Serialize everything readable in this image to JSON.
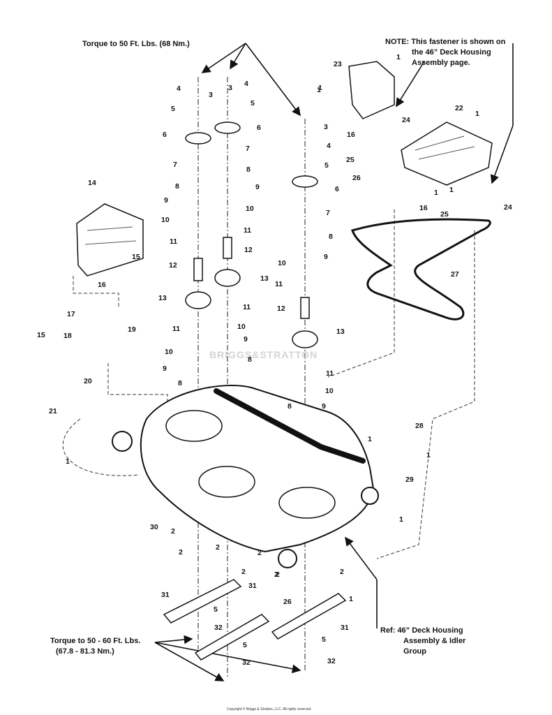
{
  "notes": {
    "torque_top": "Torque to 50 Ft. Lbs. (68 Nm.)",
    "fastener_note_1": "NOTE: This fastener is shown on",
    "fastener_note_2": "the 46” Deck Housing",
    "fastener_note_3": "Assembly page.",
    "torque_bottom_1": "Torque to 50 - 60 Ft. Lbs.",
    "torque_bottom_2": "(67.8 - 81.3 Nm.)",
    "ref_1": "Ref: 46” Deck Housing",
    "ref_2": "Assembly & Idler",
    "ref_3": "Group"
  },
  "watermark": "BRIGGS&STRATTON",
  "copyright": "Copyright © Briggs & Stratton, LLC. All rights reserved.",
  "callouts": [
    {
      "id": "c1",
      "label": "1"
    },
    {
      "id": "c2",
      "label": "1"
    },
    {
      "id": "c3",
      "label": "1"
    },
    {
      "id": "c4",
      "label": "1"
    },
    {
      "id": "c5",
      "label": "1"
    },
    {
      "id": "c6",
      "label": "1"
    },
    {
      "id": "c7",
      "label": "1"
    },
    {
      "id": "c8",
      "label": "1"
    },
    {
      "id": "c9",
      "label": "1"
    },
    {
      "id": "c10",
      "label": "2"
    },
    {
      "id": "c11",
      "label": "2"
    },
    {
      "id": "c12",
      "label": "2"
    },
    {
      "id": "c13",
      "label": "2"
    },
    {
      "id": "c14",
      "label": "2"
    },
    {
      "id": "c15",
      "label": "3"
    },
    {
      "id": "c16",
      "label": "3"
    },
    {
      "id": "c17",
      "label": "4"
    },
    {
      "id": "c18",
      "label": "4"
    },
    {
      "id": "c19",
      "label": "4"
    },
    {
      "id": "c20",
      "label": "5"
    },
    {
      "id": "c21",
      "label": "5"
    },
    {
      "id": "c22",
      "label": "5"
    },
    {
      "id": "c23",
      "label": "5"
    },
    {
      "id": "c24",
      "label": "5"
    },
    {
      "id": "c25",
      "label": "5"
    },
    {
      "id": "c26",
      "label": "6"
    },
    {
      "id": "c27",
      "label": "6"
    },
    {
      "id": "c28",
      "label": "6"
    },
    {
      "id": "c29",
      "label": "7"
    },
    {
      "id": "c30",
      "label": "7"
    },
    {
      "id": "c31",
      "label": "7"
    },
    {
      "id": "c32",
      "label": "8"
    },
    {
      "id": "c33",
      "label": "8"
    },
    {
      "id": "c34",
      "label": "8"
    },
    {
      "id": "c35",
      "label": "8"
    },
    {
      "id": "c36",
      "label": "8"
    },
    {
      "id": "c37",
      "label": "8"
    },
    {
      "id": "c38",
      "label": "9"
    },
    {
      "id": "c39",
      "label": "9"
    },
    {
      "id": "c40",
      "label": "9"
    },
    {
      "id": "c41",
      "label": "9"
    },
    {
      "id": "c42",
      "label": "9"
    },
    {
      "id": "c43",
      "label": "9"
    },
    {
      "id": "c44",
      "label": "10"
    },
    {
      "id": "c45",
      "label": "10"
    },
    {
      "id": "c46",
      "label": "10"
    },
    {
      "id": "c47",
      "label": "10"
    },
    {
      "id": "c48",
      "label": "10"
    },
    {
      "id": "c49",
      "label": "10"
    },
    {
      "id": "c50",
      "label": "11"
    },
    {
      "id": "c51",
      "label": "11"
    },
    {
      "id": "c52",
      "label": "11"
    },
    {
      "id": "c53",
      "label": "11"
    },
    {
      "id": "c54",
      "label": "11"
    },
    {
      "id": "c55",
      "label": "11"
    },
    {
      "id": "c56",
      "label": "12"
    },
    {
      "id": "c57",
      "label": "12"
    },
    {
      "id": "c58",
      "label": "12"
    },
    {
      "id": "c59",
      "label": "13"
    },
    {
      "id": "c60",
      "label": "13"
    },
    {
      "id": "c61",
      "label": "13"
    },
    {
      "id": "c62",
      "label": "14"
    },
    {
      "id": "c63",
      "label": "15"
    },
    {
      "id": "c64",
      "label": "15"
    },
    {
      "id": "c65",
      "label": "16"
    },
    {
      "id": "c66",
      "label": "16"
    },
    {
      "id": "c67",
      "label": "16"
    },
    {
      "id": "c68",
      "label": "17"
    },
    {
      "id": "c69",
      "label": "18"
    },
    {
      "id": "c70",
      "label": "19"
    },
    {
      "id": "c71",
      "label": "20"
    },
    {
      "id": "c72",
      "label": "21"
    },
    {
      "id": "c73",
      "label": "22"
    },
    {
      "id": "c74",
      "label": "23"
    },
    {
      "id": "c75",
      "label": "24"
    },
    {
      "id": "c76",
      "label": "24"
    },
    {
      "id": "c77",
      "label": "25"
    },
    {
      "id": "c78",
      "label": "25"
    },
    {
      "id": "c79",
      "label": "26"
    },
    {
      "id": "c80",
      "label": "26"
    },
    {
      "id": "c81",
      "label": "27"
    },
    {
      "id": "c82",
      "label": "28"
    },
    {
      "id": "c83",
      "label": "29"
    },
    {
      "id": "c84",
      "label": "30"
    },
    {
      "id": "c85",
      "label": "31"
    },
    {
      "id": "c86",
      "label": "31"
    },
    {
      "id": "c87",
      "label": "31"
    },
    {
      "id": "c88",
      "label": "32"
    },
    {
      "id": "c89",
      "label": "32"
    },
    {
      "id": "c90",
      "label": "32"
    },
    {
      "id": "c91",
      "label": "1"
    },
    {
      "id": "c92",
      "label": "1"
    },
    {
      "id": "c93",
      "label": "2"
    },
    {
      "id": "c94",
      "label": "2"
    },
    {
      "id": "c95",
      "label": "2"
    },
    {
      "id": "c96",
      "label": "3"
    }
  ]
}
